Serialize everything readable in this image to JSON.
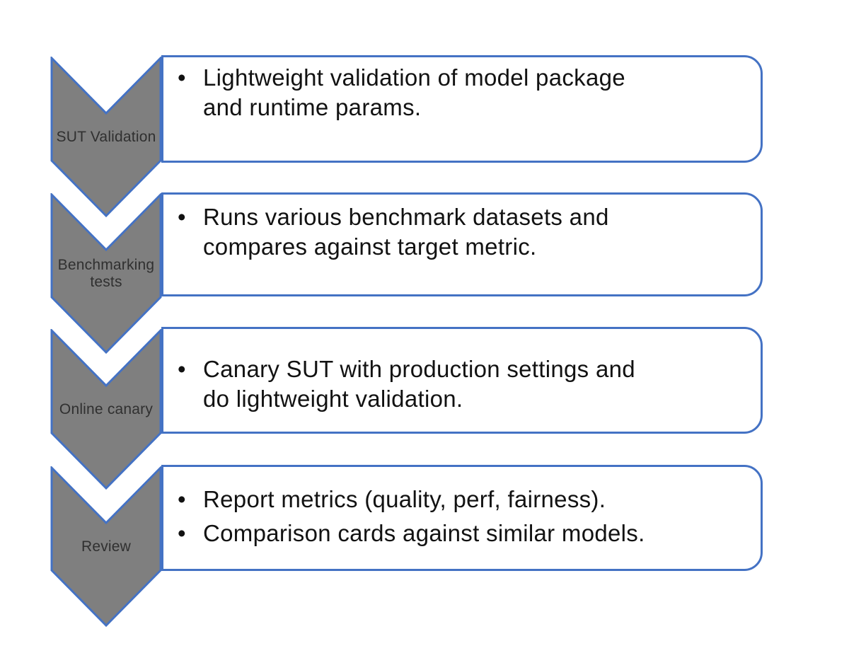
{
  "diagram": {
    "type": "vertical-chevron-process",
    "bullet_glyph": "•",
    "colors": {
      "chevron_fill": "#7F7F7F",
      "accent_border": "#4472C4",
      "card_fill": "#FFFFFF",
      "label_text": "#303030",
      "body_text": "#121212"
    },
    "steps": [
      {
        "label": "SUT Validation",
        "label_lines": [
          "SUT Validation"
        ],
        "bullets": [
          {
            "lines": [
              "Lightweight validation of model package",
              "and runtime params."
            ]
          }
        ]
      },
      {
        "label": "Benchmarking tests",
        "label_lines": [
          "Benchmarking",
          "tests"
        ],
        "bullets": [
          {
            "lines": [
              "Runs various benchmark datasets and",
              "compares against target metric."
            ]
          }
        ]
      },
      {
        "label": "Online canary",
        "label_lines": [
          "Online canary"
        ],
        "bullets": [
          {
            "lines": [
              "Canary SUT with production settings and",
              "do lightweight validation."
            ]
          }
        ]
      },
      {
        "label": "Review",
        "label_lines": [
          "Review"
        ],
        "bullets": [
          {
            "lines": [
              "Report metrics (quality, perf, fairness)."
            ]
          },
          {
            "lines": [
              "Comparison cards against similar models."
            ]
          }
        ]
      }
    ]
  }
}
